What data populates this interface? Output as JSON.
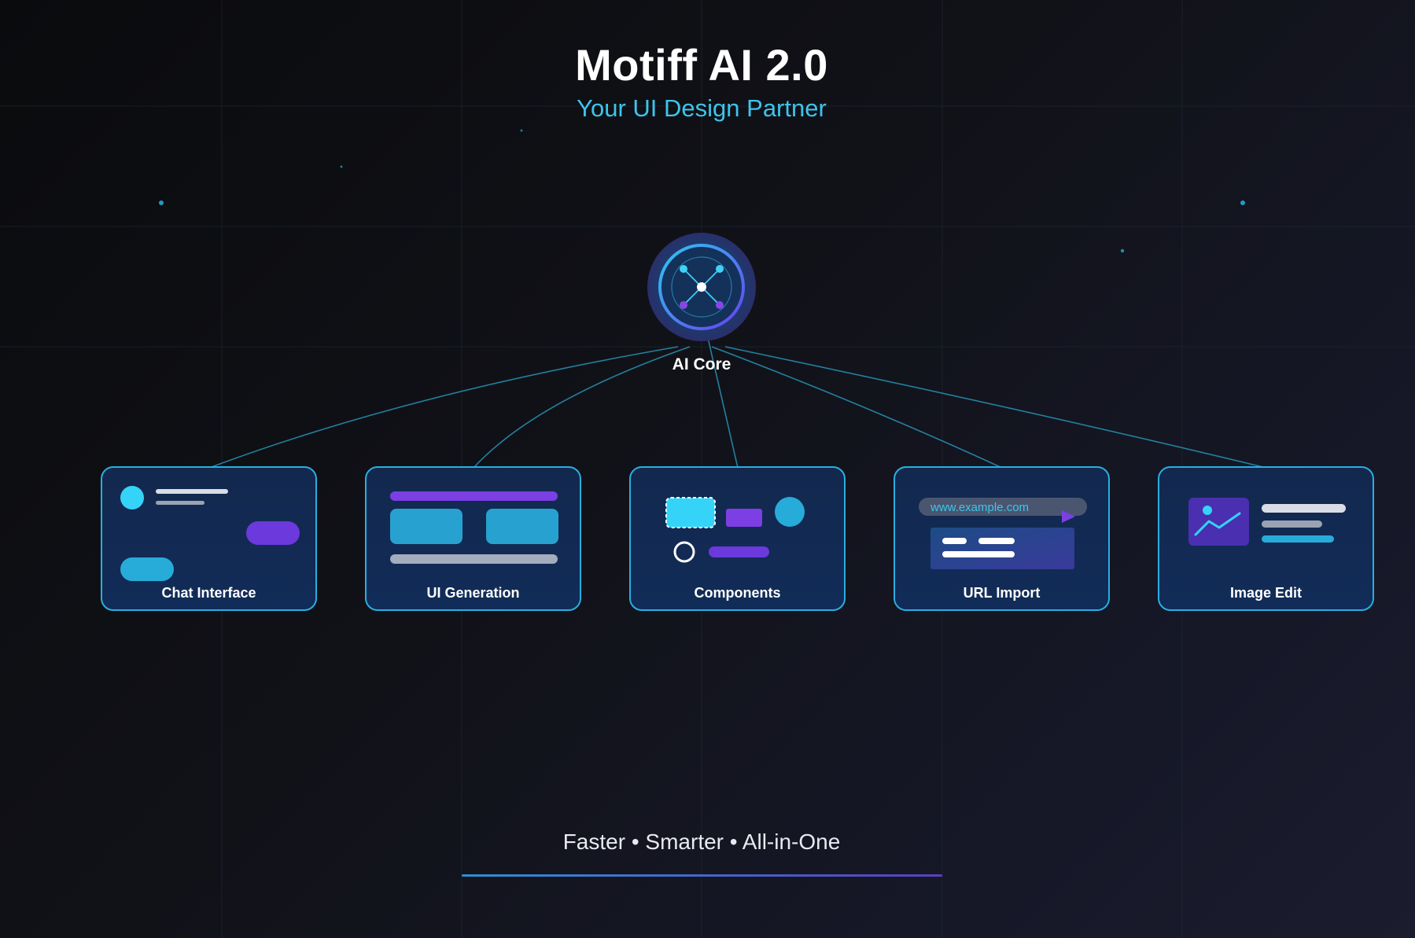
{
  "header": {
    "title": "Motiff AI 2.0",
    "subtitle": "Your UI Design Partner"
  },
  "core": {
    "label": "AI Core",
    "icon": "network-hub-icon"
  },
  "cards": [
    {
      "label": "Chat Interface",
      "icon": "chat-bubbles-icon"
    },
    {
      "label": "UI Generation",
      "icon": "layout-blocks-icon"
    },
    {
      "label": "Components",
      "icon": "component-shapes-icon"
    },
    {
      "label": "URL Import",
      "icon": "browser-url-icon",
      "url_text": "www.example.com"
    },
    {
      "label": "Image Edit",
      "icon": "image-edit-icon"
    }
  ],
  "footer": {
    "tagline": "Faster • Smarter • All-in-One"
  },
  "colors": {
    "accent_cyan": "#3ec4ec",
    "accent_purple": "#7b3fe4",
    "card_border": "#2aaee0",
    "card_bg": "#112a55"
  }
}
